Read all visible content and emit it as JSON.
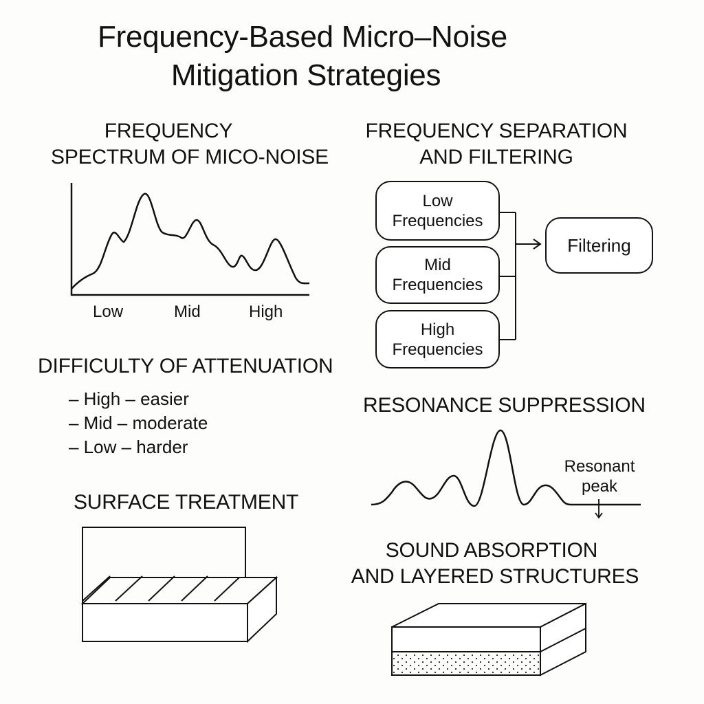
{
  "title": {
    "line1": "Frequency-Based Micro–Noise",
    "line2": "Mitigation Strategies"
  },
  "spectrum": {
    "heading_line1": "FREQUENCY",
    "heading_line2": "SPECTRUM OF MICO-NOISE",
    "labels": [
      "Low",
      "Mid",
      "High"
    ]
  },
  "separation": {
    "heading_line1": "FREQUENCY SEPARATION",
    "heading_line2": "AND FILTERING",
    "boxes": [
      {
        "line1": "Low",
        "line2": "Frequencies"
      },
      {
        "line1": "Mid",
        "line2": "Frequencies"
      },
      {
        "line1": "High",
        "line2": "Frequencies"
      }
    ],
    "target": "Filtering"
  },
  "difficulty": {
    "heading": "DIFFICULTY OF ATTENUATION",
    "items": [
      "– High – easier",
      "– Mid – moderate",
      "– Low – harder"
    ]
  },
  "resonance": {
    "heading": "RESONANCE SUPPRESSION",
    "label_line1": "Resonant",
    "label_line2": "peak"
  },
  "surface": {
    "heading": "SURFACE TREATMENT"
  },
  "absorption": {
    "heading_line1": "SOUND ABSORPTION",
    "heading_line2": "AND LAYERED STRUCTURES"
  }
}
